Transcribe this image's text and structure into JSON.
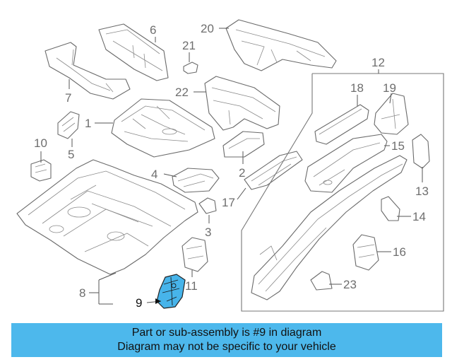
{
  "diagram": {
    "callouts": [
      "1",
      "2",
      "3",
      "4",
      "5",
      "6",
      "7",
      "8",
      "9",
      "10",
      "11",
      "12",
      "13",
      "14",
      "15",
      "16",
      "17",
      "18",
      "19",
      "20",
      "21",
      "22",
      "23"
    ],
    "highlighted_part": "9",
    "highlight_color": "#47b4ea",
    "line_color": "#6b6b6b"
  },
  "banner": {
    "line1": "Part or sub-assembly is #9 in diagram",
    "line2": "Diagram may not be specific to your vehicle",
    "background": "#4db8ec"
  }
}
